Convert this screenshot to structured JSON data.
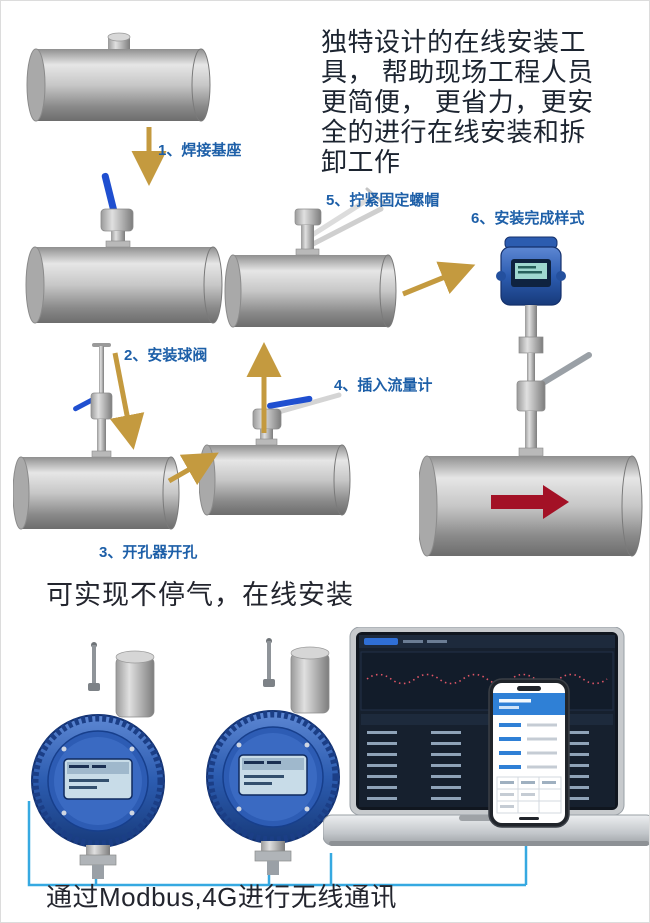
{
  "intro": {
    "lines": [
      "独特设计的在线安装工",
      "具， 帮助现场工程人员",
      "更简便， 更省力，更安",
      "全的进行在线安装和拆",
      "卸工作"
    ]
  },
  "steps": [
    {
      "label": "1、焊接基座"
    },
    {
      "label": "2、安装球阀"
    },
    {
      "label": "3、开孔器开孔"
    },
    {
      "label": "4、插入流量计"
    },
    {
      "label": "5、拧紧固定螺帽"
    },
    {
      "label": "6、安装完成样式"
    }
  ],
  "captions": {
    "middle": "可实现不停气，在线安装",
    "bottom": "通过Modbus,4G进行无线通讯"
  },
  "icons": {
    "step_arrow": "gold-flow-arrow",
    "flow_arrow": "red-flow-direction-arrow"
  },
  "colors": {
    "step_label_blue": "#1d5fa8",
    "arrow_gold": "#c49a3f",
    "flow_arrow_red": "#a31126",
    "text_dark": "#1c2430",
    "device_blue": "#2c5cb0",
    "wire_blue": "#36a9e1"
  }
}
